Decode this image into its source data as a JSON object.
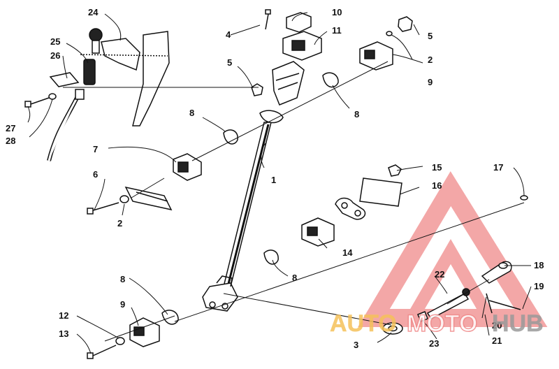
{
  "callouts": [
    {
      "id": "c1",
      "label": "1"
    },
    {
      "id": "c2a",
      "label": "2"
    },
    {
      "id": "c2b",
      "label": "2"
    },
    {
      "id": "c3",
      "label": "3"
    },
    {
      "id": "c4",
      "label": "4"
    },
    {
      "id": "c5a",
      "label": "5"
    },
    {
      "id": "c5b",
      "label": "5"
    },
    {
      "id": "c6",
      "label": "6"
    },
    {
      "id": "c7",
      "label": "7"
    },
    {
      "id": "c8a",
      "label": "8"
    },
    {
      "id": "c8b",
      "label": "8"
    },
    {
      "id": "c8c",
      "label": "8"
    },
    {
      "id": "c8d",
      "label": "8"
    },
    {
      "id": "c9a",
      "label": "9"
    },
    {
      "id": "c9b",
      "label": "9"
    },
    {
      "id": "c10",
      "label": "10"
    },
    {
      "id": "c11",
      "label": "11"
    },
    {
      "id": "c12",
      "label": "12"
    },
    {
      "id": "c13",
      "label": "13"
    },
    {
      "id": "c14",
      "label": "14"
    },
    {
      "id": "c15",
      "label": "15"
    },
    {
      "id": "c16",
      "label": "16"
    },
    {
      "id": "c17",
      "label": "17"
    },
    {
      "id": "c18",
      "label": "18"
    },
    {
      "id": "c19",
      "label": "19"
    },
    {
      "id": "c20",
      "label": "20"
    },
    {
      "id": "c21",
      "label": "21"
    },
    {
      "id": "c22",
      "label": "22"
    },
    {
      "id": "c23",
      "label": "23"
    },
    {
      "id": "c24",
      "label": "24"
    },
    {
      "id": "c25",
      "label": "25"
    },
    {
      "id": "c26",
      "label": "26"
    },
    {
      "id": "c27",
      "label": "27"
    },
    {
      "id": "c28",
      "label": "28"
    }
  ],
  "watermark": {
    "part1": "AUTO",
    "part2": "MOTO",
    "part3": "HUB",
    "colors": {
      "primary": "#f08a8a",
      "accent": "#f5c15a",
      "grey": "#9a9a9a"
    }
  }
}
